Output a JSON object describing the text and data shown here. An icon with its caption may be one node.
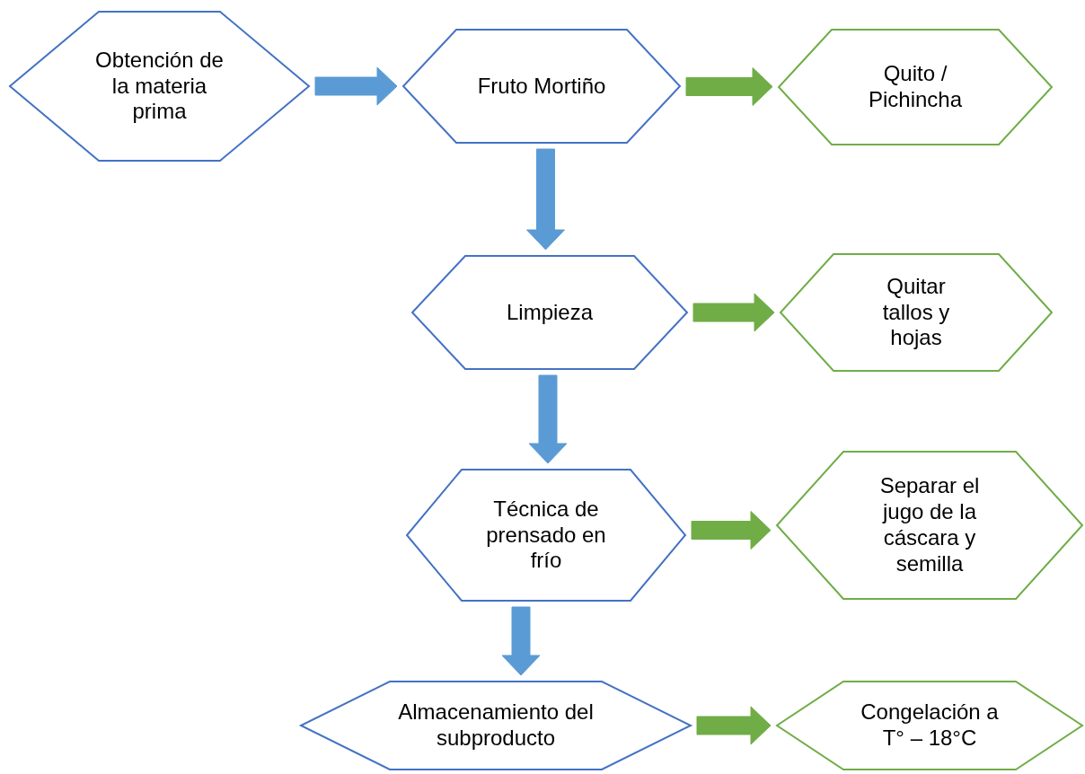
{
  "diagram": {
    "nodes": [
      {
        "text": [
          "Obtención de la materia prima"
        ]
      },
      {
        "text": [
          "Fruto Mortiño"
        ]
      },
      {
        "text": [
          "Quito / Pichincha"
        ]
      },
      {
        "text": [
          "Limpieza"
        ]
      },
      {
        "text": [
          "Quitar tallos y hojas"
        ]
      },
      {
        "text": [
          "Técnica de prensado en frío"
        ]
      },
      {
        "text": [
          "Separar el jugo de la cáscara y semilla"
        ]
      },
      {
        "text": [
          "Almacenamiento del subproducto"
        ]
      },
      {
        "text": [
          "Congelación a T° – 18°C"
        ]
      }
    ],
    "edges": [
      {
        "from": 0,
        "to": 1,
        "arrow": "to",
        "color": "#5b9bd5"
      },
      {
        "from": 1,
        "to": 2,
        "arrow": "to"
      },
      {
        "from": 1,
        "to": 3,
        "arrow": "to",
        "color": "#5b9bd5"
      },
      {
        "from": 3,
        "to": 4,
        "arrow": "to"
      },
      {
        "from": 3,
        "to": 5,
        "arrow": "to",
        "color": "#5b9bd5"
      },
      {
        "from": 5,
        "to": 6,
        "arrow": "to"
      },
      {
        "from": 5,
        "to": 7,
        "arrow": "to",
        "color": "#5b9bd5"
      },
      {
        "from": 7,
        "to": 8,
        "arrow": "to"
      }
    ]
  }
}
